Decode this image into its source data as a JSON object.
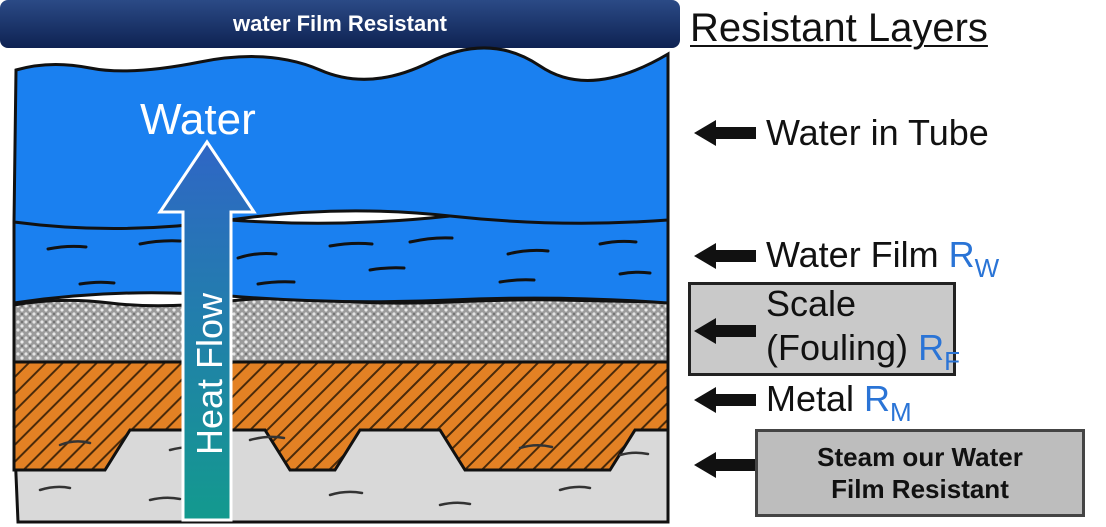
{
  "title_banner": "water  Film Resistant",
  "heading": "Resistant Layers",
  "diagram": {
    "water_label": "Water",
    "heat_flow_label": "Heat Flow"
  },
  "layers": {
    "water_in_tube": "Water in Tube",
    "water_film": {
      "text": "Water Film",
      "symbol": "R",
      "subscript": "W"
    },
    "scale": {
      "line1": "Scale",
      "line2": "(Fouling)",
      "symbol": "R",
      "subscript": "F"
    },
    "metal": {
      "text": "Metal",
      "symbol": "R",
      "subscript": "M"
    }
  },
  "steam_box": {
    "line1": "Steam our Water",
    "line2": "Film Resistant"
  },
  "colors": {
    "water": "#1a7ff0",
    "scale": "#9a9a9a",
    "metal": "#e07d1e",
    "steam": "#d8d8d8",
    "heat_arrow_top": "#2f66c6",
    "heat_arrow_bottom": "#139a8e",
    "symbol_blue": "#2a74d6"
  },
  "icons": [
    "left-arrow-icon",
    "heat-flow-arrow-icon"
  ]
}
